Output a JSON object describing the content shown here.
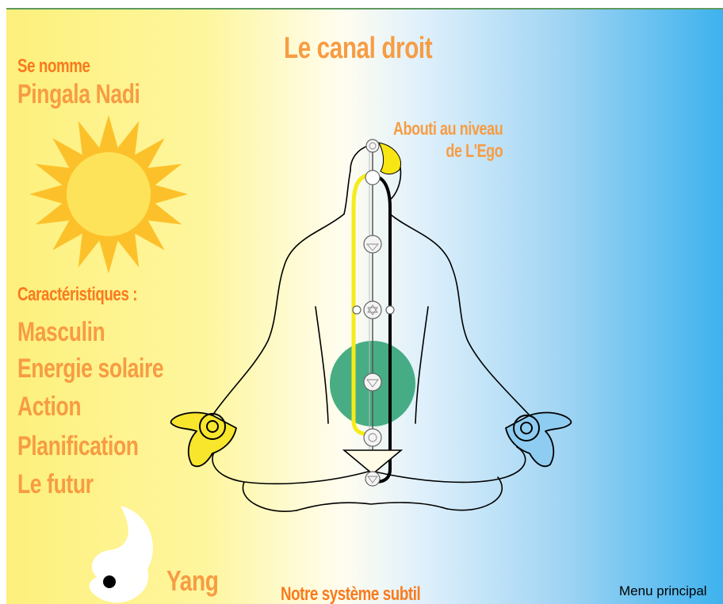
{
  "header": {
    "title": "Le canal droit"
  },
  "channel": {
    "name_label": "Se nomme",
    "name": "Pingala Nadi"
  },
  "annotation": {
    "line1": "Abouti au niveau",
    "line2": "de L'Ego"
  },
  "characteristics": {
    "title": "Caractéristiques :",
    "items": [
      "Masculin",
      "Energie solaire",
      "Action",
      "Planification",
      "Le futur"
    ]
  },
  "symbol": {
    "label": "Yang"
  },
  "footer": {
    "subtle_system": "Notre système subtil",
    "menu_link": "Menu principal"
  },
  "colors": {
    "accent": "#f79c43",
    "accent_dark": "#fa7a1c",
    "sun": "#fcc12a",
    "heart_chakra": "#34a478",
    "left_bg": "#fdf07c",
    "right_bg": "#3db2ee"
  },
  "icons": [
    "sun-icon",
    "meditating-figure",
    "chakra-icon",
    "yin-yang-icon"
  ]
}
